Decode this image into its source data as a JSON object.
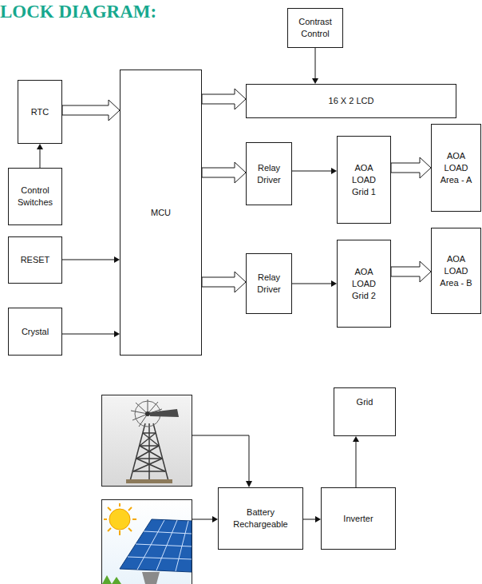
{
  "diagram": {
    "title": "LOCK DIAGRAM:",
    "nodes": [
      {
        "text": [
          "Contrast Control"
        ]
      },
      {
        "text": [
          "RTC"
        ]
      },
      {
        "text": [
          "16 X 2 LCD"
        ]
      },
      {
        "text": [
          "MCU"
        ]
      },
      {
        "text": [
          "Relay Driver"
        ]
      },
      {
        "text": [
          "AOA LOAD Grid 1"
        ]
      },
      {
        "text": [
          "AOA LOAD Area - A"
        ]
      },
      {
        "text": [
          "Control Switches"
        ]
      },
      {
        "text": [
          "Relay Driver"
        ]
      },
      {
        "text": [
          "AOA LOAD Grid 2"
        ]
      },
      {
        "text": [
          "AOA LOAD Area - B"
        ]
      },
      {
        "text": [
          "RESET"
        ]
      },
      {
        "text": [
          "Crystal"
        ]
      },
      {
        "text": [
          "Grid"
        ]
      },
      {
        "text": [
          "Battery Rechargeable"
        ]
      },
      {
        "text": [
          "Inverter"
        ]
      }
    ],
    "edges": [
      {
        "from": 0,
        "to": 2,
        "arrow": "to"
      },
      {
        "from": 7,
        "to": 1,
        "arrow": "to"
      },
      {
        "from": 1,
        "to": 3,
        "arrow": "to"
      },
      {
        "from": 11,
        "to": 3,
        "arrow": "to"
      },
      {
        "from": 12,
        "to": 3,
        "arrow": "to"
      },
      {
        "from": 3,
        "to": 2,
        "arrow": "to"
      },
      {
        "from": 3,
        "to": 4,
        "arrow": "to"
      },
      {
        "from": 4,
        "to": 5,
        "arrow": "to"
      },
      {
        "from": 5,
        "to": 6,
        "arrow": "to"
      },
      {
        "from": 3,
        "to": 8,
        "arrow": "to"
      },
      {
        "from": 8,
        "to": 9,
        "arrow": "to"
      },
      {
        "from": 9,
        "to": 10,
        "arrow": "to"
      },
      {
        "from": 14,
        "to": 15,
        "arrow": "to"
      },
      {
        "from": 15,
        "to": 13,
        "arrow": "to"
      }
    ]
  }
}
